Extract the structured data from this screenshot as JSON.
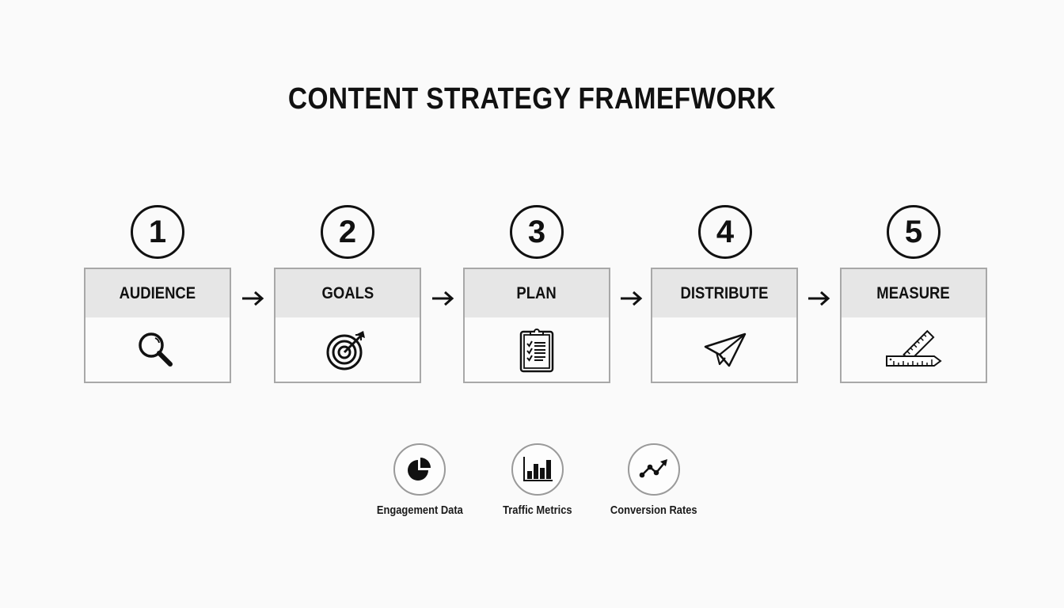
{
  "title": "CONTENT STRATEGY FRAMEFWORK",
  "steps": [
    {
      "number": "1",
      "label": "AUDIENCE",
      "icon": "magnifying-glass-icon"
    },
    {
      "number": "2",
      "label": "GOALS",
      "icon": "target-icon"
    },
    {
      "number": "3",
      "label": "PLAN",
      "icon": "clipboard-checklist-icon"
    },
    {
      "number": "4",
      "label": "DISTRIBUTE",
      "icon": "paper-plane-icon"
    },
    {
      "number": "5",
      "label": "MEASURE",
      "icon": "ruler-icon"
    }
  ],
  "connector": {
    "icon": "arrow-right-icon",
    "glyph": "→"
  },
  "metrics": [
    {
      "label": "Engagement Data",
      "icon": "pie-chart-icon"
    },
    {
      "label": "Traffic Metrics",
      "icon": "bar-chart-icon"
    },
    {
      "label": "Conversion Rates",
      "icon": "line-trend-icon"
    }
  ],
  "colors": {
    "background": "#fafafa",
    "text": "#111111",
    "box_border": "#a8a8a8",
    "box_header": "#e6e6e6",
    "metric_circle_border": "#9a9a9a"
  }
}
